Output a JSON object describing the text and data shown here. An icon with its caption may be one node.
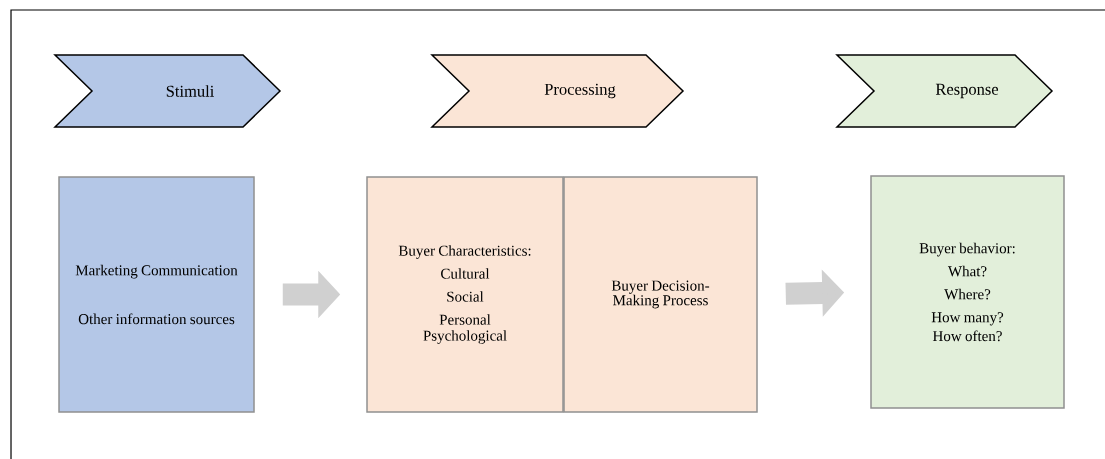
{
  "diagram": {
    "nodes": [
      {
        "text": [
          "Stimuli"
        ]
      },
      {
        "text": [
          "Processing"
        ]
      },
      {
        "text": [
          "Response"
        ]
      },
      {
        "text": [
          "Marketing Communication",
          "Other information sources"
        ]
      },
      {
        "text": [
          "Buyer Characteristics:",
          "Cultural",
          "Social",
          "Personal",
          "Psychological"
        ]
      },
      {
        "text": [
          "Buyer Decision-Making Process"
        ]
      },
      {
        "text": [
          "Buyer behavior:",
          "What?",
          "Where?",
          "How many?",
          "How often?"
        ]
      }
    ],
    "edges": [
      {
        "from": 3,
        "to": 4,
        "arrow": "to"
      },
      {
        "from": 5,
        "to": 6,
        "arrow": "to"
      }
    ]
  }
}
